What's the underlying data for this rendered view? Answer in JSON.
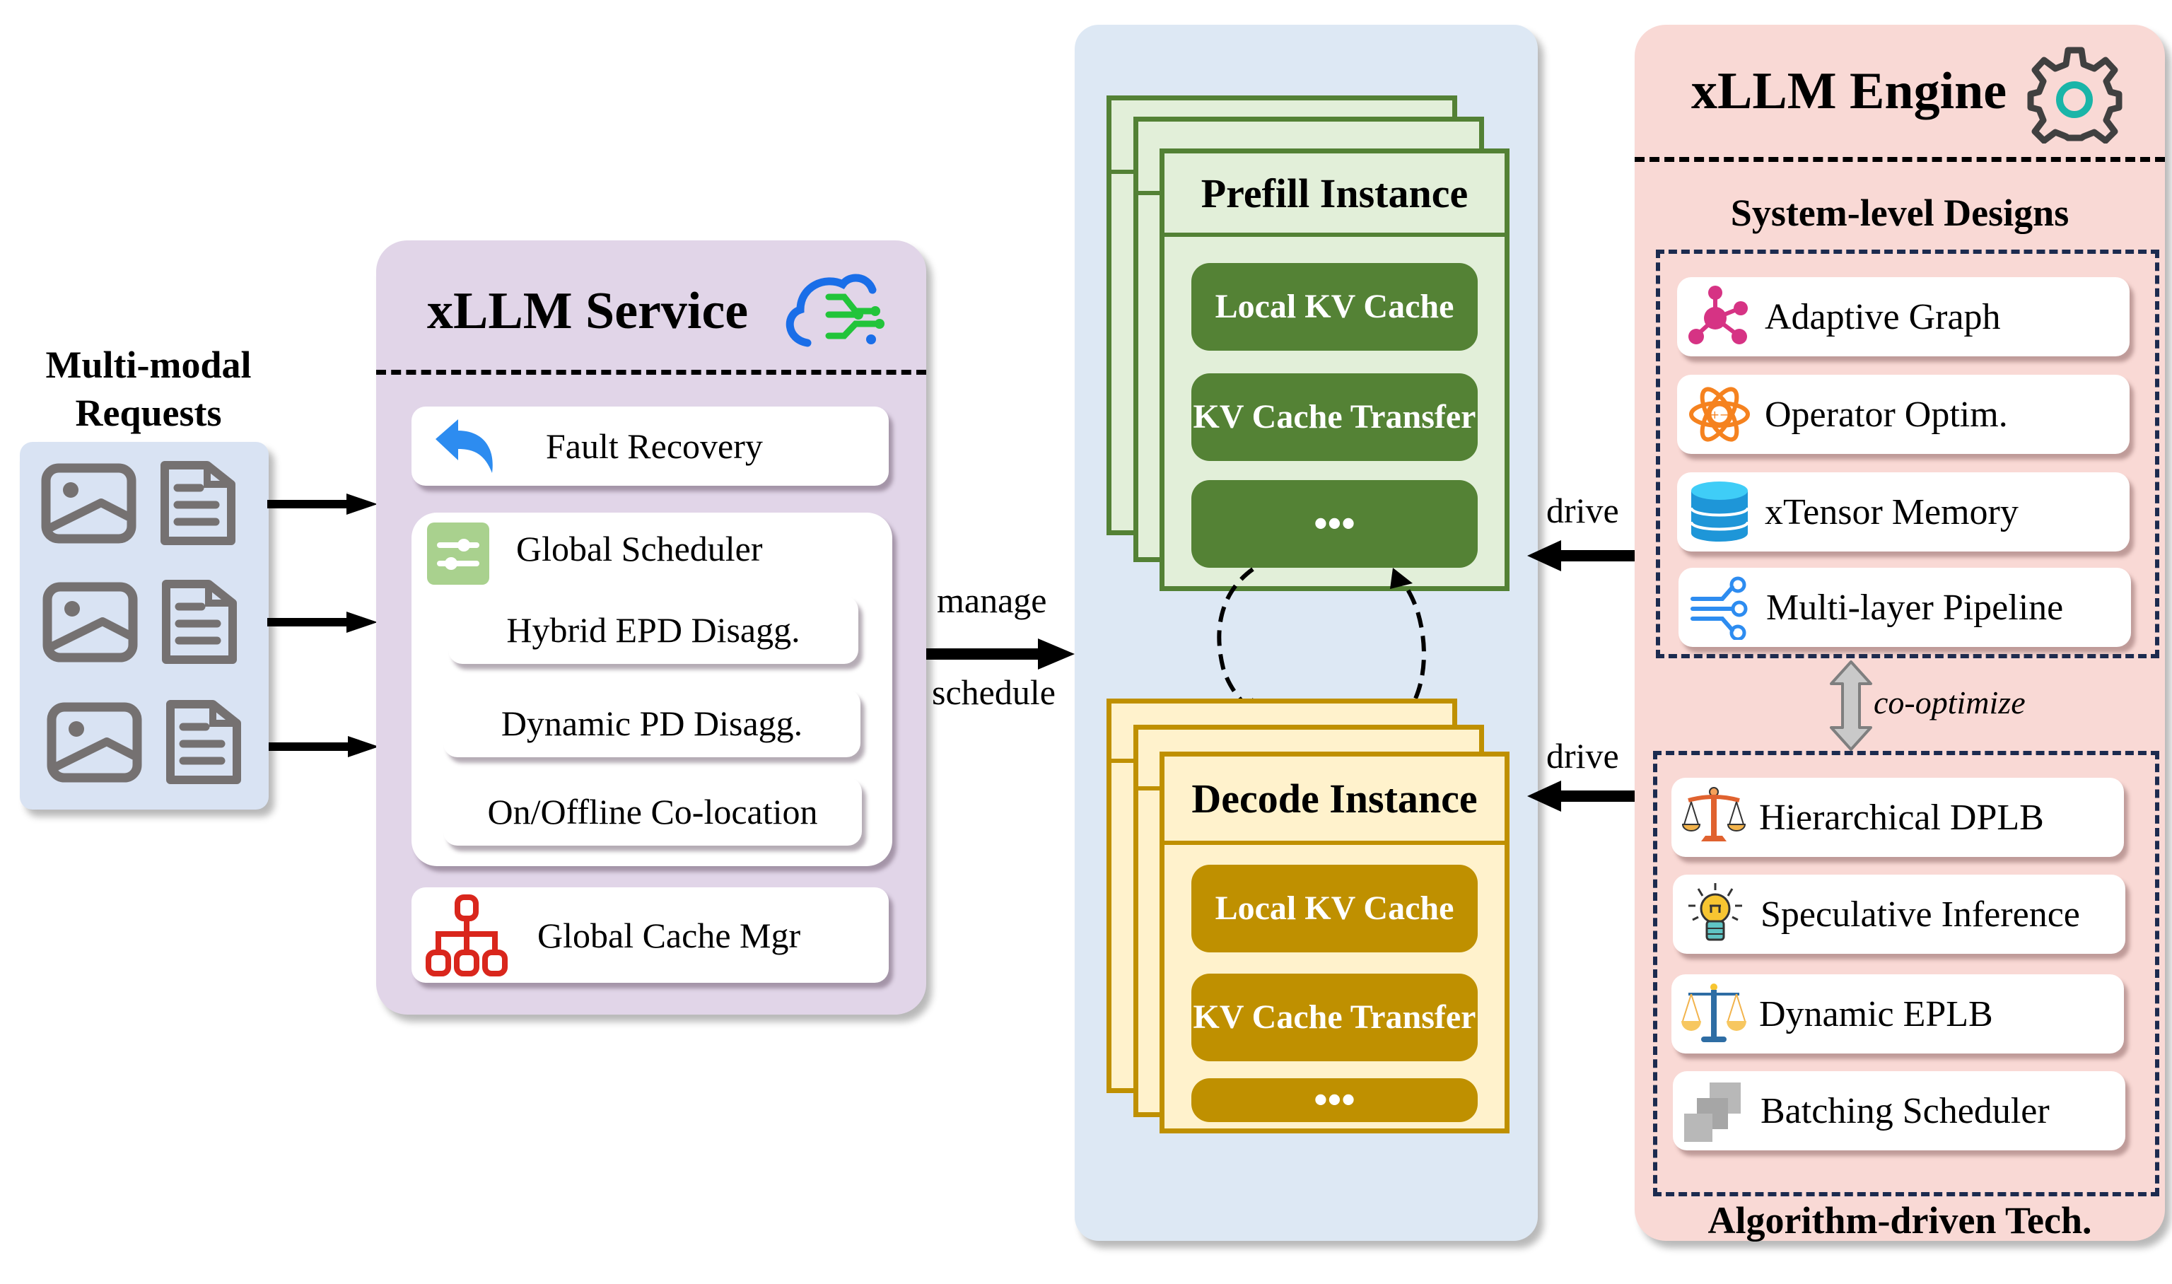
{
  "requests": {
    "title_line1": "Multi-modal",
    "title_line2": "Requests",
    "icons": [
      "image-icon",
      "document-icon"
    ]
  },
  "service": {
    "title": "xLLM Service",
    "icon": "cloud-circuit-icon",
    "fault_recovery": "Fault Recovery",
    "global_scheduler": {
      "label": "Global Scheduler",
      "items": [
        "Hybrid EPD Disagg.",
        "Dynamic PD Disagg.",
        "On/Offline Co-location"
      ]
    },
    "global_cache": "Global Cache Mgr"
  },
  "connector": {
    "top_label": "manage",
    "bottom_label": "schedule"
  },
  "instances": {
    "prefill": {
      "title": "Prefill Instance",
      "items": [
        "Local KV Cache",
        "KV Cache Transfer",
        "..."
      ]
    },
    "decode": {
      "title": "Decode Instance",
      "items": [
        "Local KV Cache",
        "KV Cache Transfer",
        "..."
      ]
    }
  },
  "drive_labels": [
    "drive",
    "drive"
  ],
  "engine": {
    "title": "xLLM Engine",
    "icon": "gear-icon",
    "system_title": "System-level Designs",
    "system_items": [
      {
        "label": "Adaptive Graph",
        "icon": "graph-nodes-icon"
      },
      {
        "label": "Operator Optim.",
        "icon": "atom-icon"
      },
      {
        "label": "xTensor Memory",
        "icon": "database-icon"
      },
      {
        "label": "Multi-layer Pipeline",
        "icon": "pipeline-icon"
      }
    ],
    "co_optimize": "co-optimize",
    "algo_items": [
      {
        "label": "Hierarchical DPLB",
        "icon": "scale-icon"
      },
      {
        "label": "Speculative Inference",
        "icon": "lightbulb-icon"
      },
      {
        "label": "Dynamic EPLB",
        "icon": "balance-icon"
      },
      {
        "label": "Batching Scheduler",
        "icon": "stacked-squares-icon"
      }
    ],
    "algo_title": "Algorithm-driven Tech."
  },
  "colors": {
    "requests_bg": "#d9e3f3",
    "service_bg": "#e1d5e8",
    "center_bg": "#dde8f4",
    "engine_bg": "#f9d9d5",
    "prefill_border": "#538135",
    "prefill_fill": "#e2efd9",
    "decode_border": "#bf9000",
    "decode_fill": "#fff2cc",
    "dash_blue": "#1c2b4f"
  }
}
